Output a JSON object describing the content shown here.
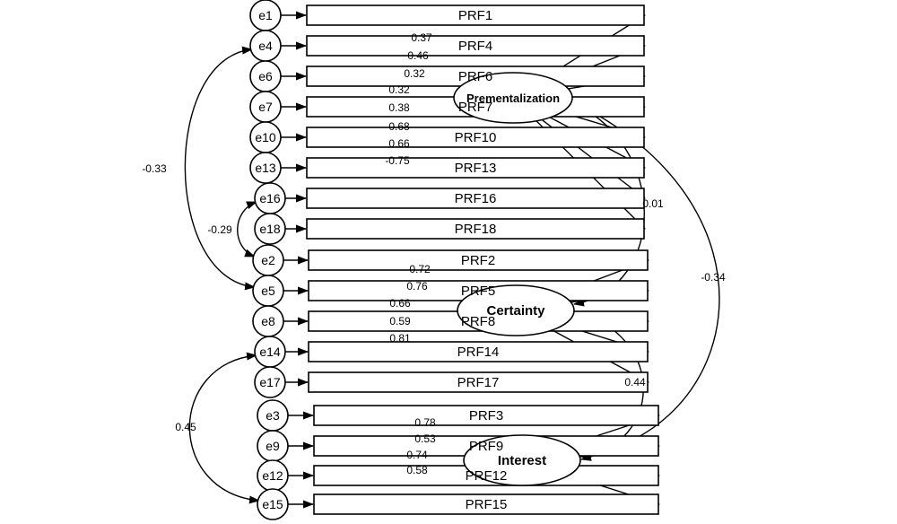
{
  "diagram": {
    "latents": [
      {
        "id": "prem",
        "label": "Prementalization"
      },
      {
        "id": "cert",
        "label": "Certainty"
      },
      {
        "id": "int",
        "label": "Interest"
      }
    ],
    "indicators": [
      {
        "id": "PRF1",
        "label": "PRF1",
        "error": "e1",
        "factor": "prem",
        "loading": "0.37"
      },
      {
        "id": "PRF4",
        "label": "PRF4",
        "error": "e4",
        "factor": "prem",
        "loading": "0.46"
      },
      {
        "id": "PRF6",
        "label": "PRF6",
        "error": "e6",
        "factor": "prem",
        "loading": "0.32"
      },
      {
        "id": "PRF7",
        "label": "PRF7",
        "error": "e7",
        "factor": "prem",
        "loading": "0.32"
      },
      {
        "id": "PRF10",
        "label": "PRF10",
        "error": "e10",
        "factor": "prem",
        "loading": "0.38"
      },
      {
        "id": "PRF13",
        "label": "PRF13",
        "error": "e13",
        "factor": "prem",
        "loading": "0.68"
      },
      {
        "id": "PRF16",
        "label": "PRF16",
        "error": "e16",
        "factor": "prem",
        "loading": "0.66"
      },
      {
        "id": "PRF18",
        "label": "PRF18",
        "error": "e18",
        "factor": "prem",
        "loading": "-0.75"
      },
      {
        "id": "PRF2",
        "label": "PRF2",
        "error": "e2",
        "factor": "cert",
        "loading": "0.72"
      },
      {
        "id": "PRF5",
        "label": "PRF5",
        "error": "e5",
        "factor": "cert",
        "loading": "0.76"
      },
      {
        "id": "PRF8",
        "label": "PRF8",
        "error": "e8",
        "factor": "cert",
        "loading": "0.66"
      },
      {
        "id": "PRF14",
        "label": "PRF14",
        "error": "e14",
        "factor": "cert",
        "loading": "0.59"
      },
      {
        "id": "PRF17",
        "label": "PRF17",
        "error": "e17",
        "factor": "cert",
        "loading": "0.81"
      },
      {
        "id": "PRF3",
        "label": "PRF3",
        "error": "e3",
        "factor": "int",
        "loading": "0.78"
      },
      {
        "id": "PRF9",
        "label": "PRF9",
        "error": "e9",
        "factor": "int",
        "loading": "0.53"
      },
      {
        "id": "PRF12",
        "label": "PRF12",
        "error": "e12",
        "factor": "int",
        "loading": "0.74"
      },
      {
        "id": "PRF15",
        "label": "PRF15",
        "error": "e15",
        "factor": "int",
        "loading": "0.58"
      }
    ],
    "error_covariances": [
      {
        "from": "e4",
        "to": "e5",
        "value": "-0.33"
      },
      {
        "from": "e16",
        "to": "e2",
        "value": "-0.29"
      },
      {
        "from": "e14",
        "to": "e15",
        "value": "0.45"
      }
    ],
    "factor_covariances": [
      {
        "from": "prem",
        "to": "cert",
        "value": "0.01"
      },
      {
        "from": "prem",
        "to": "int",
        "value": "-0.34"
      },
      {
        "from": "cert",
        "to": "int",
        "value": "0.44"
      }
    ]
  }
}
